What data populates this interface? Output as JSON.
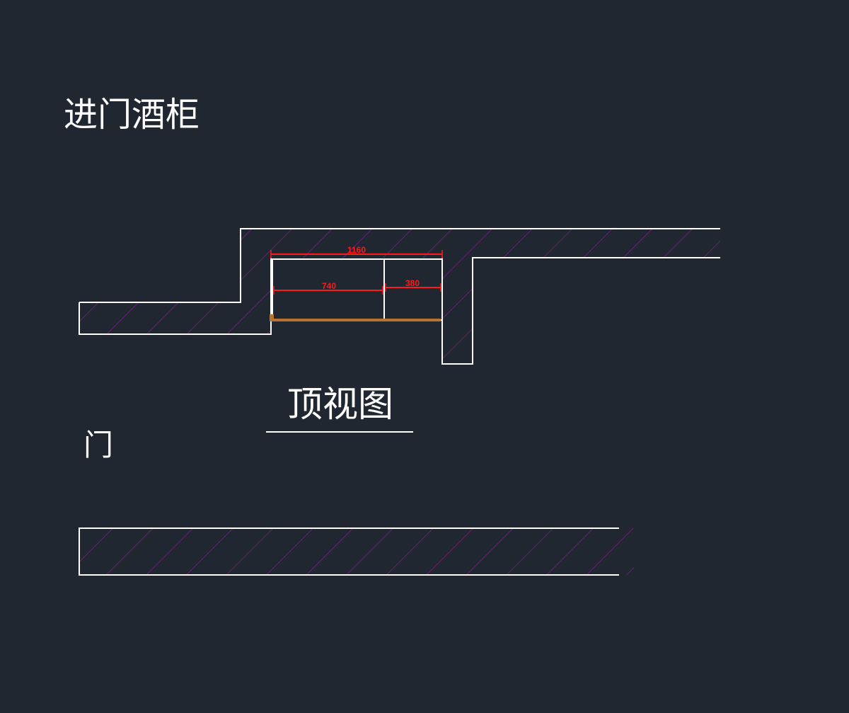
{
  "labels": {
    "title": "进门酒柜",
    "view": "顶视图",
    "door": "门"
  },
  "dimensions": {
    "overall": "1160",
    "left_section": "740",
    "right_section": "380"
  },
  "colors": {
    "background": "#212730",
    "wall_outline": "#ffffff",
    "hatch": "#7a1f8a",
    "dimension": "#ff1a1a",
    "cabinet_front": "#b8742f"
  }
}
